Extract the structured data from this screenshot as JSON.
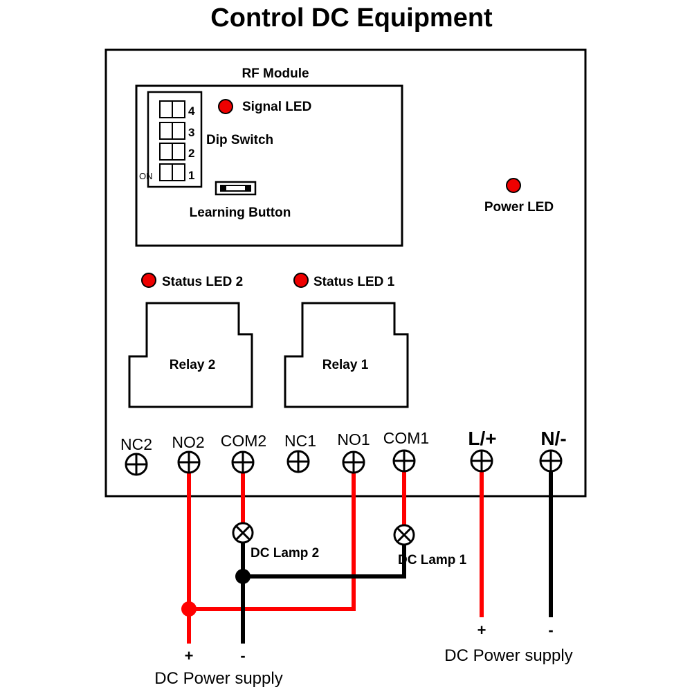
{
  "title": "Control DC Equipment",
  "rf_module": {
    "label": "RF Module",
    "signal_led": "Signal LED",
    "dip_switch": "Dip Switch",
    "dip_numbers": [
      "4",
      "3",
      "2",
      "1"
    ],
    "dip_on": "ON",
    "learning_button": "Learning Button"
  },
  "power_led": "Power LED",
  "status_led_2": "Status LED 2",
  "status_led_1": "Status LED 1",
  "relay_2": "Relay 2",
  "relay_1": "Relay 1",
  "terminals": {
    "nc2": "NC2",
    "no2": "NO2",
    "com2": "COM2",
    "nc1": "NC1",
    "no1": "NO1",
    "com1": "COM1",
    "l_plus": "L/+",
    "n_minus": "N/-"
  },
  "lamp_2": "DC Lamp 2",
  "lamp_1": "DC Lamp 1",
  "supply_left": {
    "plus": "+",
    "minus": "-",
    "label": "DC Power supply"
  },
  "supply_right": {
    "plus": "+",
    "minus": "-",
    "label": "DC Power supply"
  },
  "colors": {
    "led": "#ee0000",
    "wire_positive": "#ff0000",
    "wire_negative": "#000000",
    "outline": "#000000"
  }
}
